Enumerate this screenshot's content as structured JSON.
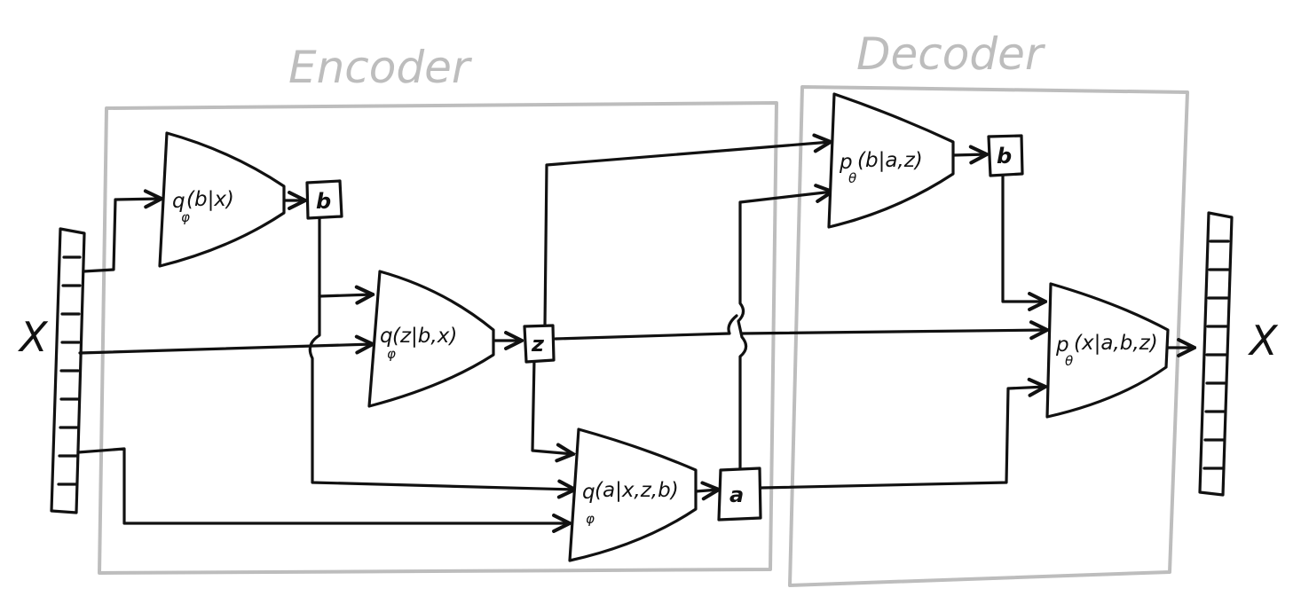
{
  "colors": {
    "ink": "#111111",
    "group_outline": "#bdbdbd",
    "background": "#ffffff"
  },
  "groups": {
    "encoder": {
      "title": "Encoder"
    },
    "decoder": {
      "title": "Decoder"
    }
  },
  "input": {
    "label": "X"
  },
  "output": {
    "label": "X"
  },
  "encoder_networks": {
    "q_b": {
      "name": "q",
      "sub": "φ",
      "args": "(b|x)"
    },
    "q_z": {
      "name": "q",
      "sub": "φ",
      "args": "(z|b,x)"
    },
    "q_a": {
      "name": "q",
      "sub": "φ",
      "args": "(a|x,z,b)"
    }
  },
  "decoder_networks": {
    "p_b": {
      "name": "p",
      "sub": "θ",
      "args": "(b|a,z)"
    },
    "p_x": {
      "name": "p",
      "sub": "θ",
      "args": "(x|a,b,z)"
    }
  },
  "variables": {
    "b_enc": "b",
    "z": "z",
    "a": "a",
    "b_dec": "b"
  }
}
